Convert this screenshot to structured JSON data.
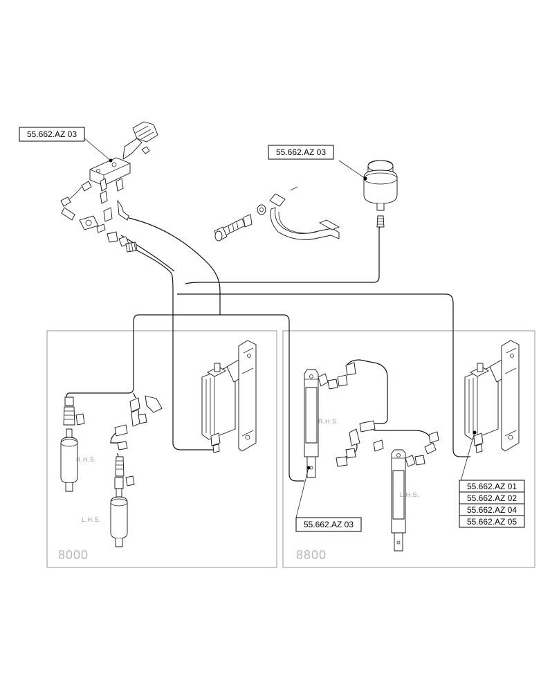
{
  "callouts": {
    "top_left": "55.662.AZ 03",
    "top_right": "55.662.AZ 03",
    "bottom_center": "55.662.AZ 03",
    "stack": [
      "55.662.AZ 01",
      "55.662.AZ 02",
      "55.662.AZ 04",
      "55.662.AZ 05"
    ]
  },
  "panels": {
    "left": {
      "model": "8000",
      "rhs": "R.H.S.",
      "lhs": "L.H.S."
    },
    "right": {
      "model": "8800",
      "rhs": "R.H.S.",
      "lhs": "L.H.S."
    }
  }
}
